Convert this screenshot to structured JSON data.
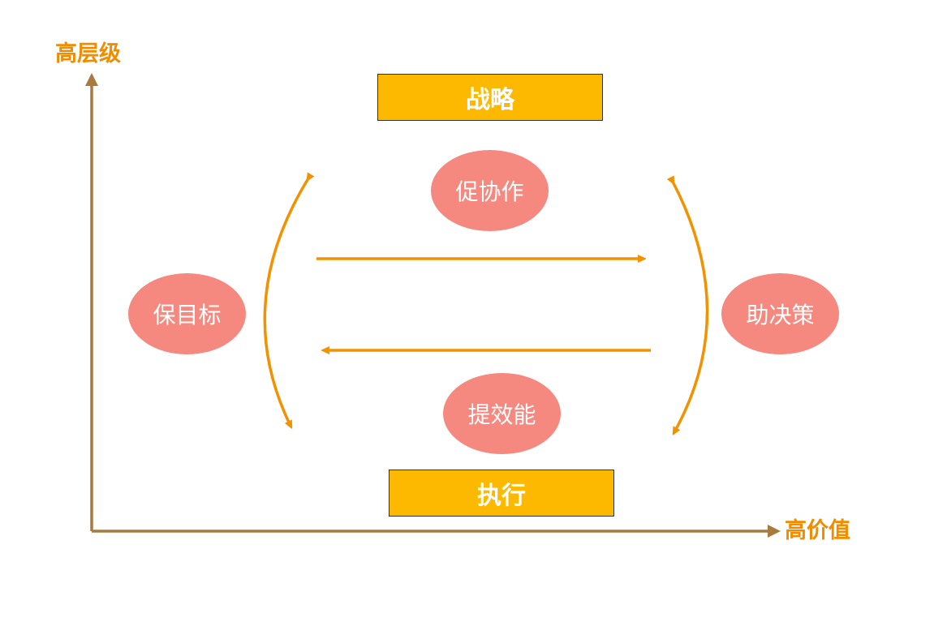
{
  "colors": {
    "axis": "#a97a3e",
    "axis_label": "#f08c00",
    "arrow": "#f39200",
    "box_fill": "#fcb900",
    "ellipse_fill": "#f6897f",
    "text_light": "#ffffff"
  },
  "axes": {
    "y_label": "高层级",
    "x_label": "高价值"
  },
  "boxes": {
    "top": "战略",
    "bottom": "执行"
  },
  "ellipses": {
    "top": "促协作",
    "left": "保目标",
    "right": "助决策",
    "bottom": "提效能"
  }
}
